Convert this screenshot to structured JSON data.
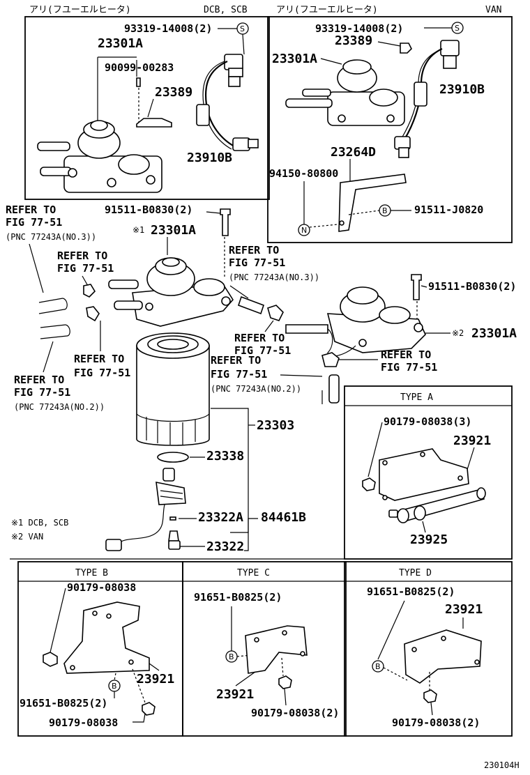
{
  "headers": {
    "left_jp": "アリ(フユーエルヒータ)",
    "left_model": "DCB, SCB",
    "right_jp": "アリ(フユーエルヒータ)",
    "right_model": "VAN"
  },
  "part_labels": {
    "p93319_l": "93319-14008(2)",
    "p23301A_l": "23301A",
    "p90099": "90099-00283",
    "p23389_l": "23389",
    "p23910B_l": "23910B",
    "p93319_r": "93319-14008(2)",
    "p23389_r": "23389",
    "p23301A_r": "23301A",
    "p23910B_r": "23910B",
    "p23264D": "23264D",
    "p94150": "94150-80800",
    "p91511J": "91511-J0820",
    "p91511B_l": "91511-B0830(2)",
    "p23301A_m1": "23301A",
    "p91511B_r": "91511-B0830(2)",
    "p23301A_m2": "23301A",
    "p23303": "23303",
    "p23338": "23338",
    "p23322A": "23322A",
    "p84461B": "84461B",
    "p23322": "23322",
    "a90179": "90179-08038(3)",
    "a23921": "23921",
    "a23925": "23925",
    "b90179": "90179-08038",
    "b23921": "23921",
    "b91651": "91651-B0825(2)",
    "b90179_2": "90179-08038",
    "c91651": "91651-B0825(2)",
    "c23921": "23921",
    "c90179": "90179-08038(2)",
    "d91651": "91651-B0825(2)",
    "d23921": "23921",
    "d90179": "90179-08038(2)"
  },
  "markers": {
    "m1": "※1",
    "m2": "※2"
  },
  "refs": {
    "r1_a": "REFER TO",
    "r1_b": "FIG 77-51",
    "r1_c": "(PNC 77243A(NO.3))",
    "r2_a": "REFER TO",
    "r2_b": "FIG 77-51",
    "r3_a": "REFER TO",
    "r3_b": "FIG 77-51",
    "r3_c": "(PNC 77243A(NO.3))",
    "r4_a": "REFER TO",
    "r4_b": "FIG 77-51",
    "r5_a": "REFER TO",
    "r5_b": "FIG 77-51",
    "r6_a": "REFER TO",
    "r6_b": "FIG 77-51",
    "r6_c": "(PNC 77243A(NO.2))",
    "r7_a": "REFER TO",
    "r7_b": "FIG 77-51",
    "r8_a": "REFER TO",
    "r8_b": "FIG 77-51",
    "r8_c": "(PNC 77243A(NO.2))"
  },
  "circle_letters": {
    "s": "S",
    "b": "B",
    "n": "N"
  },
  "types": {
    "a": "TYPE  A",
    "b": "TYPE  B",
    "c": "TYPE  C",
    "d": "TYPE  D"
  },
  "notes": {
    "n1": "※1  DCB, SCB",
    "n2": "※2  VAN"
  },
  "figure_id": "230104H"
}
